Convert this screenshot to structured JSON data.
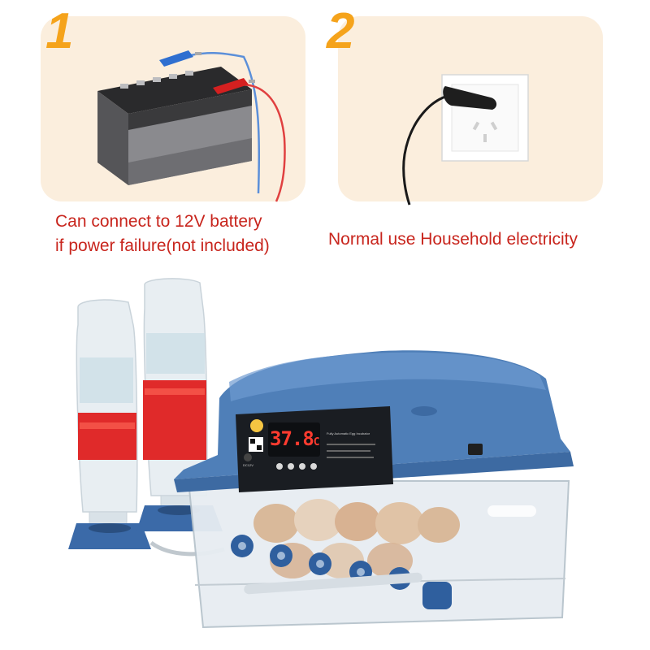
{
  "steps": [
    {
      "number": "1",
      "caption_line1": "Can connect to 12V battery",
      "caption_line2": "if power failure(not included)"
    },
    {
      "number": "2",
      "caption": "Normal use Household electricity"
    }
  ],
  "incubator": {
    "display_temp": "37.8",
    "display_unit": "C",
    "panel_title": "Fully Automatic Egg Incubator",
    "jack_label": "DC12V"
  },
  "colors": {
    "accent": "#f5a31b",
    "caption": "#c8251d",
    "panel": "#fbeedd",
    "incubator_blue": "#4f7fb8"
  }
}
